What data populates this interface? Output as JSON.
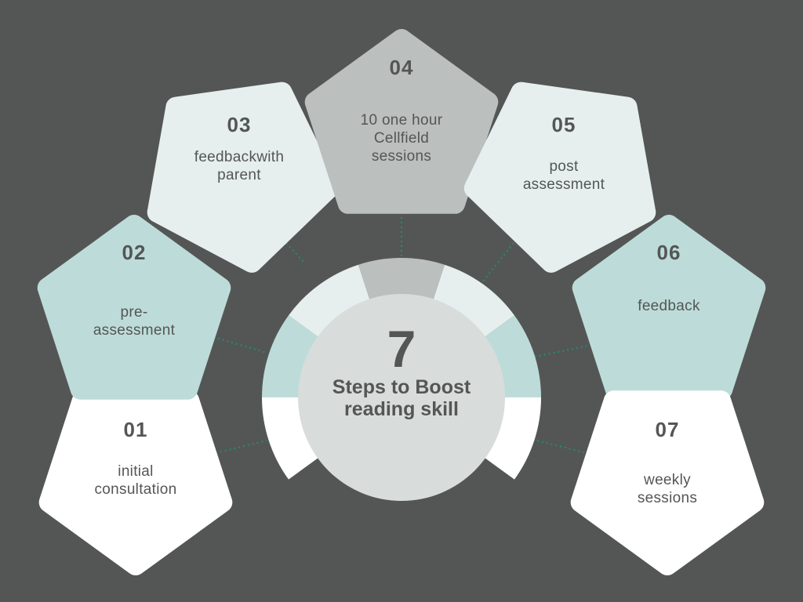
{
  "center": {
    "number": "7",
    "title_line1": "Steps to Boost",
    "title_line2": "reading skill"
  },
  "colors": {
    "background": "#545655",
    "text": "#545655",
    "connector": "#1f8f6e",
    "center_circle": "#d8dcdb"
  },
  "steps": [
    {
      "number": "01",
      "lines": [
        "initial",
        "consultation"
      ],
      "color": "#ffffff"
    },
    {
      "number": "02",
      "lines": [
        "pre-",
        "assessment"
      ],
      "color": "#bddcd9"
    },
    {
      "number": "03",
      "lines": [
        "feedbackwith",
        "parent"
      ],
      "color": "#e6eeee"
    },
    {
      "number": "04",
      "lines": [
        "10 one hour",
        "Cellfield",
        "sessions"
      ],
      "color": "#bbbfbd"
    },
    {
      "number": "05",
      "lines": [
        "post",
        "assessment"
      ],
      "color": "#e6eeee"
    },
    {
      "number": "06",
      "lines": [
        "feedback"
      ],
      "color": "#bddcd9"
    },
    {
      "number": "07",
      "lines": [
        "weekly",
        "sessions"
      ],
      "color": "#ffffff"
    }
  ]
}
